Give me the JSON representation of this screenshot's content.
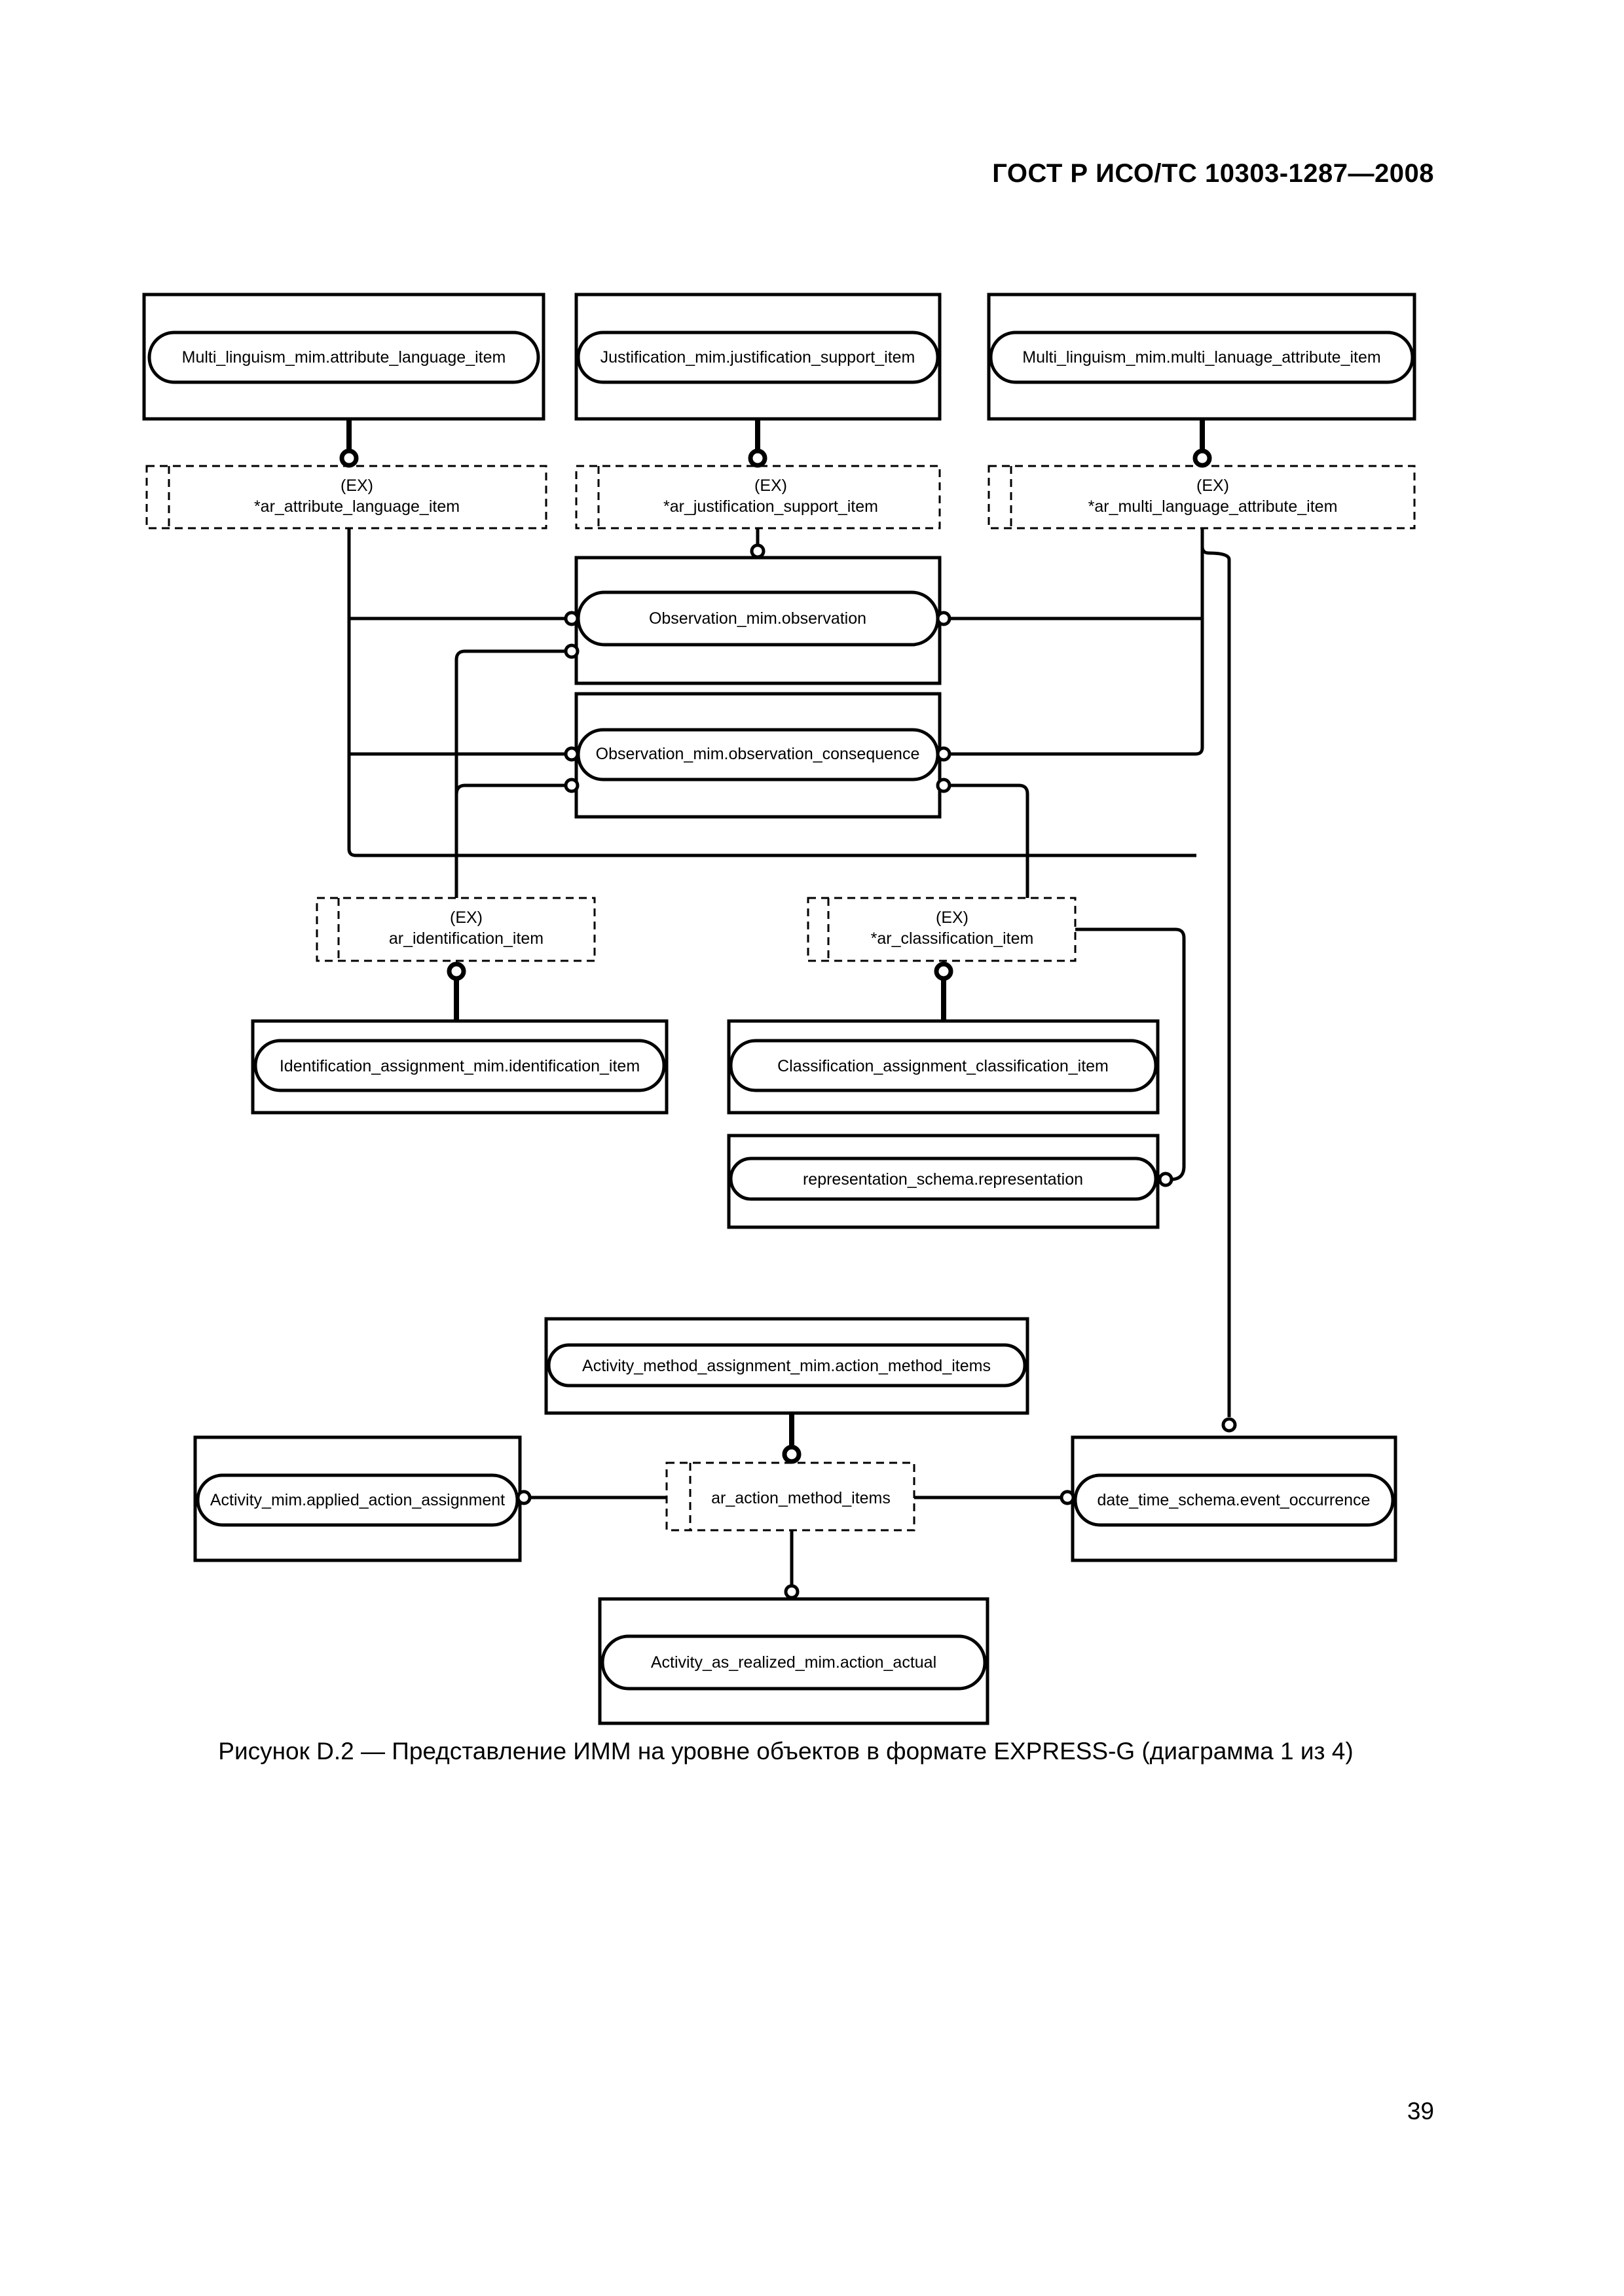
{
  "header": {
    "standard_id": "ГОСТ Р ИСО/ТС 10303-1287—2008"
  },
  "diagram": {
    "entities": {
      "attr_lang": "Multi_linguism_mim.attribute_language_item",
      "just_support": "Justification_mim.justification_support_item",
      "multi_lang_attr": "Multi_linguism_mim.multi_lanuage_attribute_item",
      "observation": "Observation_mim.observation",
      "observation_consequence": "Observation_mim.observation_consequence",
      "ident_item": "Identification_assignment_mim.identification_item",
      "class_item": "Classification_assignment_classification_item",
      "representation": "representation_schema.representation",
      "action_method_items": "Activity_method_assignment_mim.action_method_items",
      "applied_action": "Activity_mim.applied_action_assignment",
      "event_occurrence": "date_time_schema.event_occurrence",
      "action_actual": "Activity_as_realized_mim.action_actual"
    },
    "selects": {
      "ar_attr_lang": {
        "tag": "(EX)",
        "name": "*ar_attribute_language_item"
      },
      "ar_just": {
        "tag": "(EX)",
        "name": "*ar_justification_support_item"
      },
      "ar_multi": {
        "tag": "(EX)",
        "name": "*ar_multi_language_attribute_item"
      },
      "ar_ident": {
        "tag": "(EX)",
        "name": "ar_identification_item"
      },
      "ar_class": {
        "tag": "(EX)",
        "name": "*ar_classification_item"
      },
      "ar_action": {
        "name": "ar_action_method_items"
      }
    }
  },
  "caption": "Рисунок D.2 — Представление ИММ на уровне объектов в формате EXPRESS-G (диаграмма 1 из 4)",
  "page_number": "39"
}
